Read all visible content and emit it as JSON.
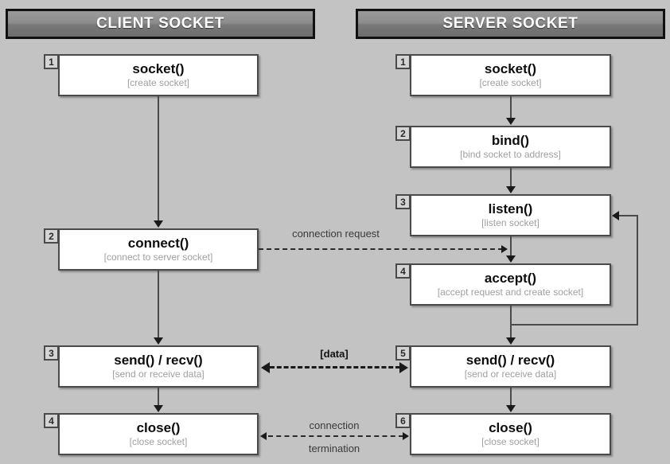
{
  "columns": {
    "client": {
      "header": "CLIENT SOCKET"
    },
    "server": {
      "header": "SERVER SOCKET"
    }
  },
  "client_steps": [
    {
      "num": "1",
      "title": "socket()",
      "sub": "[create socket]"
    },
    {
      "num": "2",
      "title": "connect()",
      "sub": "[connect to server socket]"
    },
    {
      "num": "3",
      "title": "send() / recv()",
      "sub": "[send or receive data]"
    },
    {
      "num": "4",
      "title": "close()",
      "sub": "[close socket]"
    }
  ],
  "server_steps": [
    {
      "num": "1",
      "title": "socket()",
      "sub": "[create socket]"
    },
    {
      "num": "2",
      "title": "bind()",
      "sub": "[bind socket to address]"
    },
    {
      "num": "3",
      "title": "listen()",
      "sub": "[listen socket]"
    },
    {
      "num": "4",
      "title": "accept()",
      "sub": "[accept request and create socket]"
    },
    {
      "num": "5",
      "title": "send() / recv()",
      "sub": "[send or receive data]"
    },
    {
      "num": "6",
      "title": "close()",
      "sub": "[close socket]"
    }
  ],
  "links": {
    "connection_request": "connection request",
    "data": "[data]",
    "termination_line1": "connection",
    "termination_line2": "termination"
  },
  "colors": {
    "background": "#c3c3c3",
    "box_fill": "#ffffff",
    "box_border": "#4a4a4a",
    "header_text": "#ffffff",
    "subtitle_text": "#a0a0a0",
    "arrow": "#1a1a1a"
  }
}
